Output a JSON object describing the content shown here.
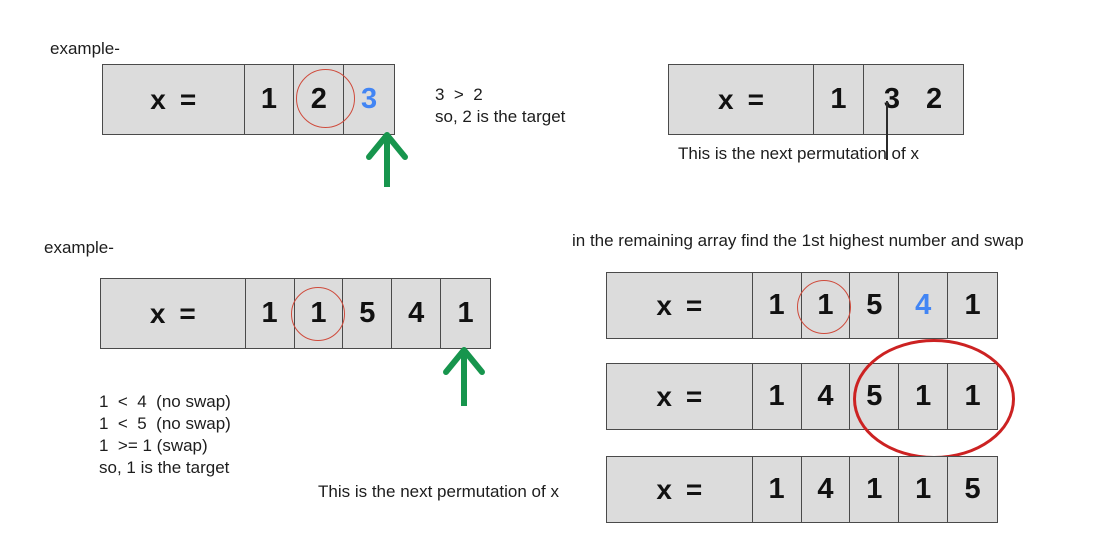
{
  "page": {
    "title": "Next permutation worked examples",
    "background": "#ffffff",
    "colors": {
      "cell_fill": "#dcdcdc",
      "cell_border": "#4a4a4a",
      "text": "#111111",
      "highlight_blue": "#4285f4",
      "circle_red": "#cf4b3c",
      "ellipse_red": "#cc2222",
      "arrow_green": "#17954d"
    }
  },
  "example1": {
    "heading": "example-",
    "array": {
      "var_label": "x",
      "equals": "=",
      "values": [
        "1",
        "2",
        "3"
      ],
      "blue_index": 2,
      "circled_index": 1,
      "arrow_index": 2
    },
    "note_line1": "3  >  2",
    "note_line2": "so, 2 is the target",
    "result": {
      "var_label": "x",
      "equals": "=",
      "values": [
        "1",
        "3",
        "2"
      ],
      "blue_index": 1
    },
    "result_caption": "This is the next permutation of x"
  },
  "example2": {
    "heading": "example-",
    "array": {
      "var_label": "x",
      "equals": "=",
      "values": [
        "1",
        "1",
        "5",
        "4",
        "1"
      ],
      "circled_index": 1,
      "arrow_index": 4
    },
    "comparisons": [
      "1  <  4  (no swap)",
      "1  <  5  (no swap)",
      "1  >= 1 (swap)",
      "so, 1 is the target"
    ],
    "swap_instruction": "in the remaining array find the 1st highest number and swap",
    "step1": {
      "var_label": "x",
      "equals": "=",
      "values": [
        "1",
        "1",
        "5",
        "4",
        "1"
      ],
      "blue_index": 3,
      "circled_index": 1
    },
    "step2": {
      "var_label": "x",
      "equals": "=",
      "values": [
        "1",
        "4",
        "5",
        "1",
        "1"
      ],
      "ellipse_from_index": 2,
      "ellipse_to_index": 4
    },
    "step3": {
      "var_label": "x",
      "equals": "=",
      "values": [
        "1",
        "4",
        "1",
        "1",
        "5"
      ]
    },
    "result_caption": "This is the next permutation of x"
  }
}
